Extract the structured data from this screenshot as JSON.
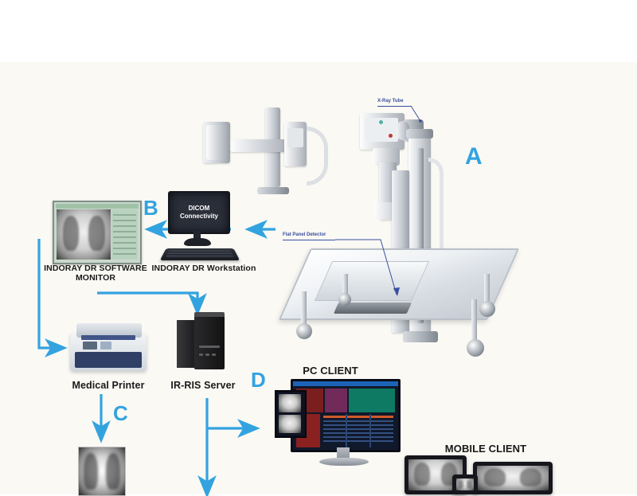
{
  "diagram": {
    "background_color": "#faf9f4",
    "accent_color": "#33a3e0",
    "callout_color": "#3b4fa0",
    "label_color": "#1a1a1a"
  },
  "markers": [
    {
      "id": "marker-a",
      "letter": "A"
    },
    {
      "id": "marker-b",
      "letter": "B"
    },
    {
      "id": "marker-c",
      "letter": "C"
    },
    {
      "id": "marker-d",
      "letter": "D"
    }
  ],
  "callouts": [
    {
      "id": "x-ray-tube",
      "text": "X-Ray Tube"
    },
    {
      "id": "flat-panel-detector",
      "text": "Flat Panel Detector"
    }
  ],
  "devices": {
    "dr_system_secondary": {
      "label": ""
    },
    "dr_system_main": {
      "label": ""
    },
    "dr_software_monitor": {
      "label_line1": "INDORAY DR SOFTWARE",
      "label_line2": "MONITOR"
    },
    "dr_workstation": {
      "label": "INDORAY DR Workstation",
      "screen_line1": "DICOM",
      "screen_line2": "Connectivity"
    },
    "medical_printer": {
      "label": "Medical Printer"
    },
    "ir_ris_server": {
      "label": "IR-RIS Server"
    },
    "pc_client": {
      "label": "PC CLIENT"
    },
    "mobile_client": {
      "label": "MOBILE CLIENT"
    },
    "printed_film": {
      "label": ""
    }
  }
}
